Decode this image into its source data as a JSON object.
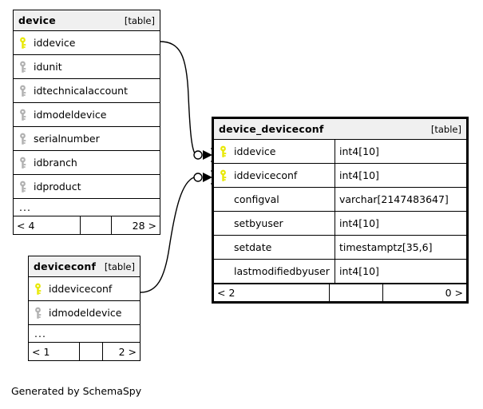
{
  "diagram": {
    "caption": "Generated by SchemaSpy",
    "table_tag": "[table]",
    "ellipsis": "...",
    "colors": {
      "primary_key": "#e8e800",
      "foreign_key": "#b0b0b0",
      "header_background": "#f0f0f0",
      "border": "#000000",
      "background": "#ffffff"
    }
  },
  "tables": [
    {
      "name": "device",
      "tag": "[table]",
      "emphasized": false,
      "show_types": false,
      "columns": [
        {
          "name": "iddevice",
          "key": "primary",
          "type": ""
        },
        {
          "name": "idunit",
          "key": "foreign",
          "type": ""
        },
        {
          "name": "idtechnicalaccount",
          "key": "foreign",
          "type": ""
        },
        {
          "name": "idmodeldevice",
          "key": "foreign",
          "type": ""
        },
        {
          "name": "serialnumber",
          "key": "foreign",
          "type": ""
        },
        {
          "name": "idbranch",
          "key": "foreign",
          "type": ""
        },
        {
          "name": "idproduct",
          "key": "foreign",
          "type": ""
        }
      ],
      "has_ellipsis": true,
      "footer": {
        "left": "< 4",
        "middle": "",
        "right": "28 >"
      }
    },
    {
      "name": "device_deviceconf",
      "tag": "[table]",
      "emphasized": true,
      "show_types": true,
      "columns": [
        {
          "name": "iddevice",
          "key": "primary",
          "type": "int4[10]"
        },
        {
          "name": "iddeviceconf",
          "key": "primary",
          "type": "int4[10]"
        },
        {
          "name": "configval",
          "key": "none",
          "type": "varchar[2147483647]"
        },
        {
          "name": "setbyuser",
          "key": "none",
          "type": "int4[10]"
        },
        {
          "name": "setdate",
          "key": "none",
          "type": "timestamptz[35,6]"
        },
        {
          "name": "lastmodifiedbyuser",
          "key": "none",
          "type": "int4[10]"
        }
      ],
      "has_ellipsis": false,
      "footer": {
        "left": "< 2",
        "middle": "",
        "right": "0 >"
      }
    },
    {
      "name": "deviceconf",
      "tag": "[table]",
      "emphasized": false,
      "show_types": false,
      "columns": [
        {
          "name": "iddeviceconf",
          "key": "primary",
          "type": ""
        },
        {
          "name": "idmodeldevice",
          "key": "foreign",
          "type": ""
        }
      ],
      "has_ellipsis": true,
      "footer": {
        "left": "< 1",
        "middle": "",
        "right": "2 >"
      }
    }
  ],
  "relationships": [
    {
      "from_table": "device",
      "from_column": "iddevice",
      "to_table": "device_deviceconf",
      "to_column": "iddevice",
      "cardinality": "zero-or-more"
    },
    {
      "from_table": "deviceconf",
      "from_column": "iddeviceconf",
      "to_table": "device_deviceconf",
      "to_column": "iddeviceconf",
      "cardinality": "zero-or-more"
    }
  ]
}
